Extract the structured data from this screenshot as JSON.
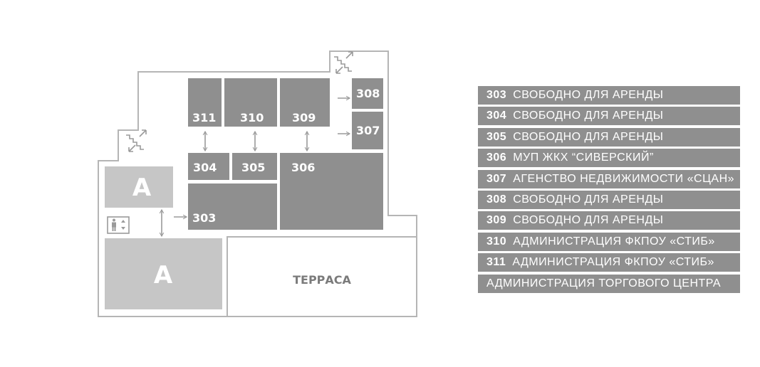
{
  "colors": {
    "wall": "#b5b5b5",
    "room": "#8f8f8f",
    "common": "#c6c6c6",
    "arrow": "#9a9a9a",
    "legend_bg": "#8f8f8f",
    "text_light": "#ffffff",
    "text_dark": "#7b7b7b"
  },
  "rooms": {
    "r311": "311",
    "r310": "310",
    "r309": "309",
    "r308": "308",
    "r307": "307",
    "r304": "304",
    "r305": "305",
    "r306": "306",
    "r303": "303",
    "admin_top": "А",
    "admin_bottom": "А",
    "terrace": "ТЕРРАСА"
  },
  "icons": [
    "stairs-icon",
    "elevator-icon",
    "arrow-icon"
  ],
  "legend": [
    {
      "number": "303",
      "text": "СВОБОДНО ДЛЯ АРЕНДЫ"
    },
    {
      "number": "304",
      "text": "СВОБОДНО ДЛЯ АРЕНДЫ"
    },
    {
      "number": "305",
      "text": "СВОБОДНО ДЛЯ АРЕНДЫ"
    },
    {
      "number": "306",
      "text": "МУП ЖКХ “СИВЕРСКИЙ”"
    },
    {
      "number": "307",
      "text": "АГЕНСТВО НЕДВИЖИМОСТИ «СЦАН»"
    },
    {
      "number": "308",
      "text": "СВОБОДНО ДЛЯ АРЕНДЫ"
    },
    {
      "number": "309",
      "text": "СВОБОДНО ДЛЯ АРЕНДЫ"
    },
    {
      "number": "310",
      "text": "АДМИНИСТРАЦИЯ ФКПОУ «СТИБ»"
    },
    {
      "number": "311",
      "text": "АДМИНИСТРАЦИЯ ФКПОУ «СТИБ»"
    },
    {
      "number": "",
      "text": "АДМИНИСТРАЦИЯ ТОРГОВОГО ЦЕНТРА"
    }
  ]
}
